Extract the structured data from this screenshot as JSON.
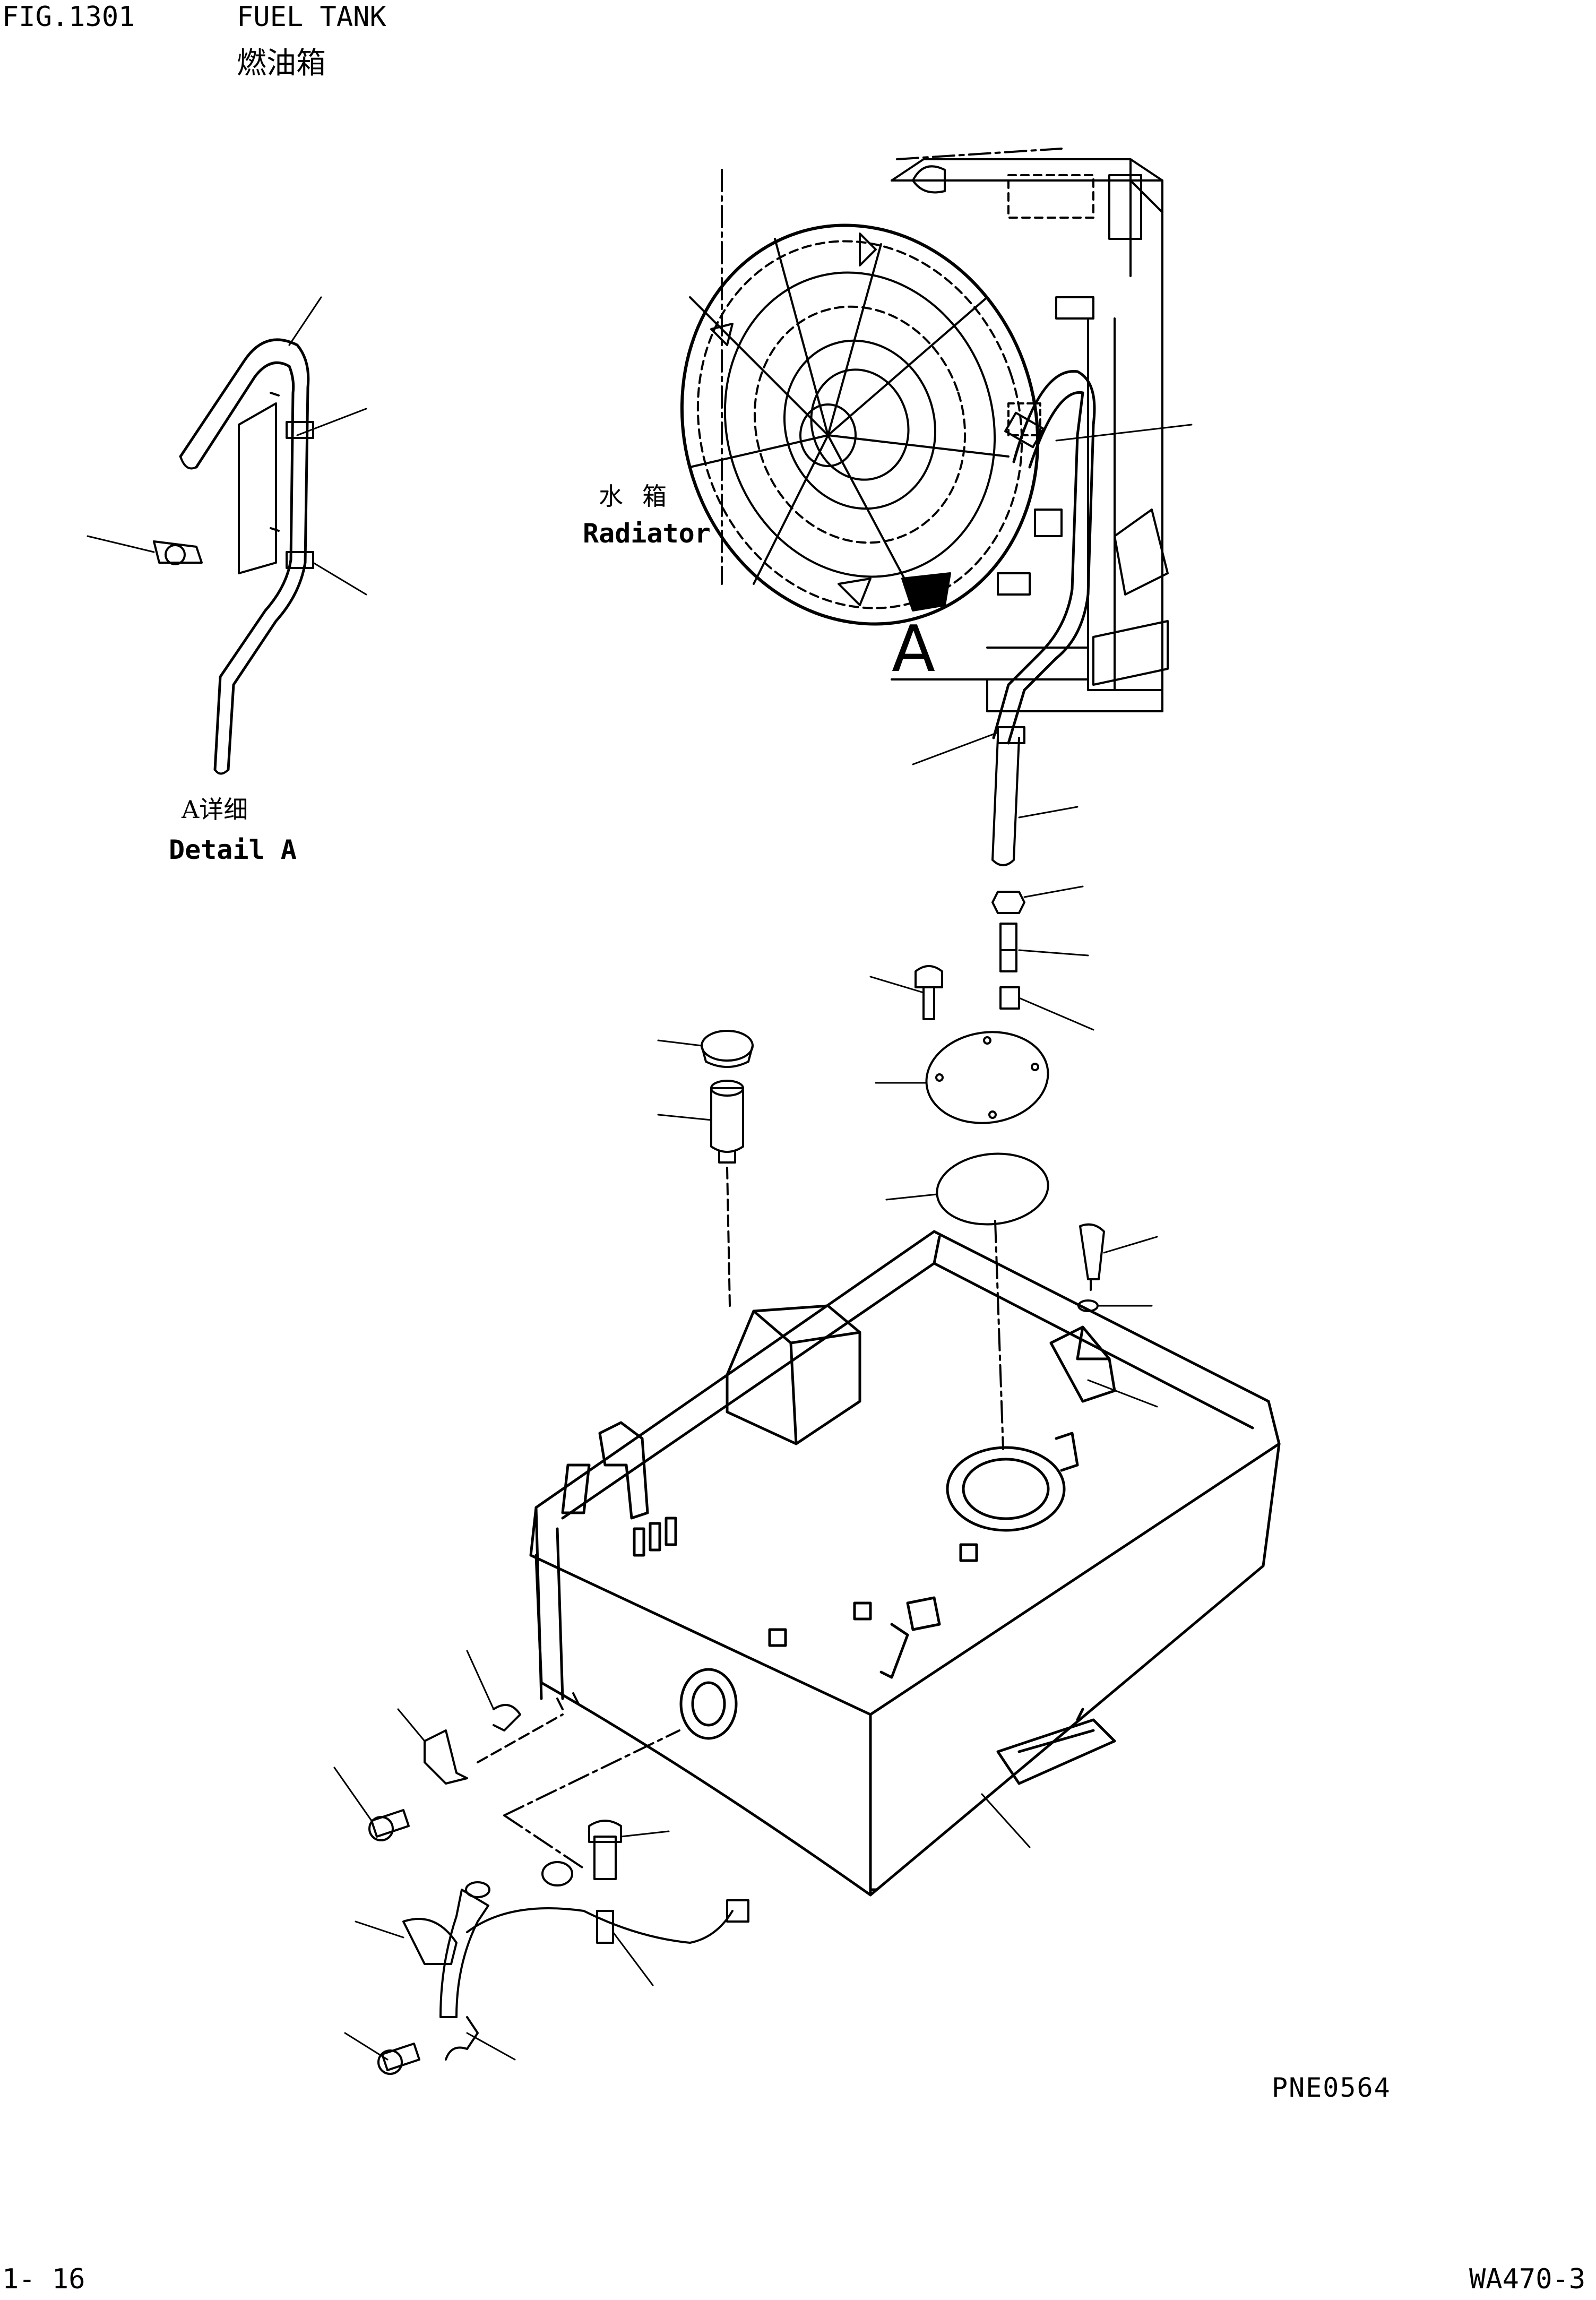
{
  "header": {
    "fig_number": "FIG.1301",
    "title_en": "FUEL TANK",
    "title_cn": "燃油箱"
  },
  "labels": {
    "radiator_cn": "水箱",
    "radiator_en": "Radiator",
    "view_marker": "A",
    "detail_cn": "A详细",
    "detail_en": "Detail A"
  },
  "footer": {
    "drawing_code": "PNE0564",
    "page_number": "1- 16",
    "model_code": "WA470-3"
  },
  "colors": {
    "ink": "#000000",
    "paper": "#ffffff"
  }
}
